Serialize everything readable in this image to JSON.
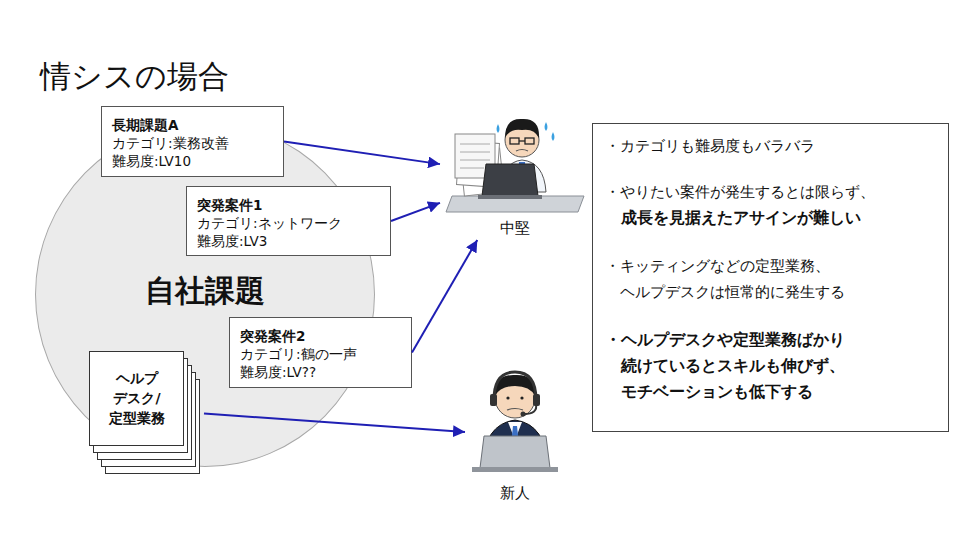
{
  "diagram": {
    "title": "情シスの場合",
    "nodes": [
      {
        "text": [
          "自社課題"
        ]
      },
      {
        "text": [
          "長期課題A",
          "カテゴリ:業務改善",
          "難易度:LV10"
        ],
        "in": 0
      },
      {
        "text": [
          "突発案件1",
          "カテゴリ:ネットワーク",
          "難易度:LV3"
        ],
        "in": 0
      },
      {
        "text": [
          "突発案件2",
          "カテゴリ:鶴の一声",
          "難易度:LV??"
        ],
        "in": 0
      },
      {
        "text": [
          "ヘルプ デスク/ 定型業務"
        ],
        "in": 0
      },
      {
        "text": [
          "中堅"
        ]
      },
      {
        "text": [
          "新人"
        ]
      },
      {
        "text": [
          "・カテゴリも難易度もバラバラ",
          "・やりたい案件が発生するとは限らず、",
          "成長を見据えたアサインが難しい",
          "・キッティングなどの定型業務、 ヘルプデスクは恒常的に発生する",
          "・ヘルプデスクや定型業務ばかり 続けているとスキルも伸びず、 モチベーションも低下する"
        ]
      }
    ],
    "edges": [
      {
        "from": 1,
        "to": 5,
        "arrow": "to"
      },
      {
        "from": 2,
        "to": 5,
        "arrow": "to"
      },
      {
        "from": 3,
        "to": 5,
        "arrow": "to"
      },
      {
        "from": 4,
        "to": 6,
        "arrow": "to"
      }
    ]
  }
}
